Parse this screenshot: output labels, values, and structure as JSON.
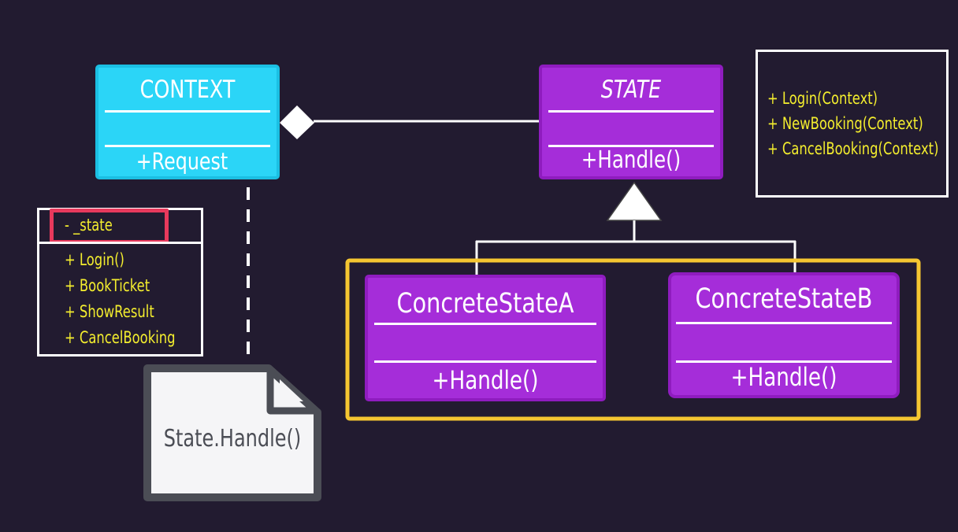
{
  "context": {
    "name": "CONTEXT",
    "operation": "+Request"
  },
  "state": {
    "name": "STATE",
    "operation": "+Handle()"
  },
  "concrete_a": {
    "name": "ConcreteStateA",
    "operation": "+Handle()"
  },
  "concrete_b": {
    "name": "ConcreteStateB",
    "operation": "+Handle()"
  },
  "context_details": {
    "field": "- _state",
    "methods": [
      "+ Login()",
      "+ BookTicket",
      "+ ShowResult",
      "+ CancelBooking"
    ]
  },
  "state_methods": [
    "+ Login(Context)",
    "+ NewBooking(Context)",
    "+ CancelBooking(Context)"
  ],
  "note": {
    "text": "State.Handle()"
  },
  "colors": {
    "background": "#221b30",
    "context": "#2bd5f7",
    "state": "#a52dd9",
    "highlight_yellow": "#f5c631",
    "highlight_red": "#e8395c",
    "method_text": "#f4ee2e"
  }
}
